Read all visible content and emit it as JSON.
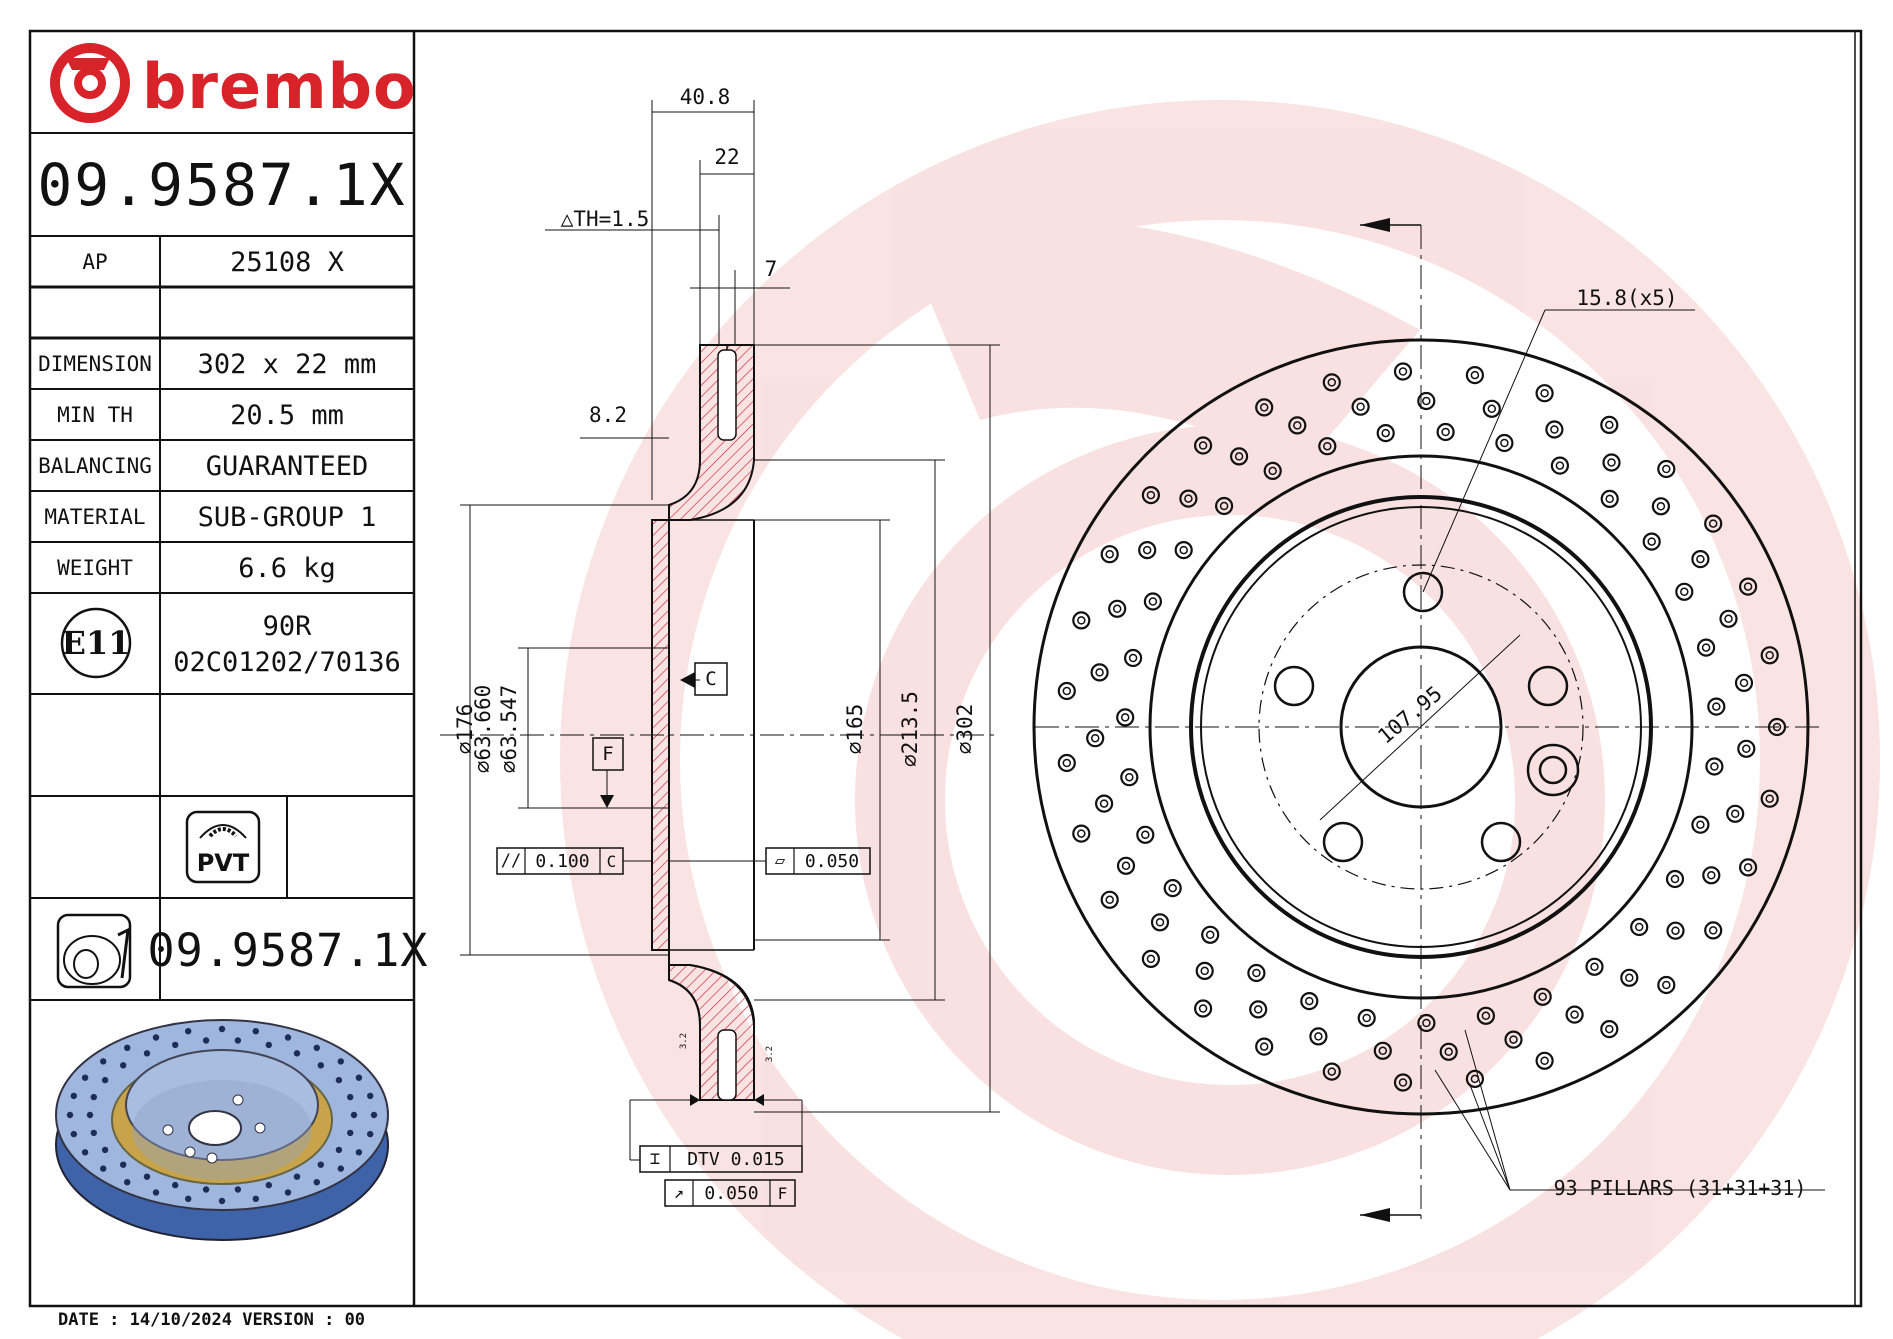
{
  "brand": {
    "name": "brembo",
    "color": "#d8232a"
  },
  "part_number": "09.9587.1X",
  "specs": [
    {
      "label": "AP",
      "value": "25108 X"
    },
    {
      "label": "DIMENSION",
      "value": "302 x 22 mm"
    },
    {
      "label": "MIN TH",
      "value": "20.5 mm"
    },
    {
      "label": "BALANCING",
      "value": "GUARANTEED"
    },
    {
      "label": "MATERIAL",
      "value": "SUB-GROUP 1"
    },
    {
      "label": "WEIGHT",
      "value": "6.6 kg"
    }
  ],
  "certification": {
    "mark": "E11",
    "line1": "90R",
    "line2": "02C01202/70136"
  },
  "pvt_label": "PVT",
  "disc_part_number": "09.9587.1X",
  "footer": "DATE : 14/10/2024 VERSION : 00",
  "section_dims": {
    "overall_width": "40.8",
    "thickness": "22",
    "th_tolerance": "△TH=1.5",
    "vent": "7",
    "hat_offset": "8.2",
    "d176": "⌀176",
    "d63_660": "⌀63.660",
    "d63_547": "⌀63.547",
    "d165": "⌀165",
    "d213": "⌀213.5",
    "d302": "⌀302",
    "datum_c": "C",
    "datum_f": "F",
    "parallel": "0.100",
    "parallel_ref": "C",
    "flatness": "0.050",
    "dtv": "DTV 0.015",
    "runout": "0.050",
    "runout_ref": "F",
    "rough_left": "3.2",
    "rough_right": "3.2"
  },
  "front_dims": {
    "bolt_holes": "15.8(x5)",
    "pcd": "107.95",
    "pillars": "93 PILLARS (31+31+31)"
  }
}
